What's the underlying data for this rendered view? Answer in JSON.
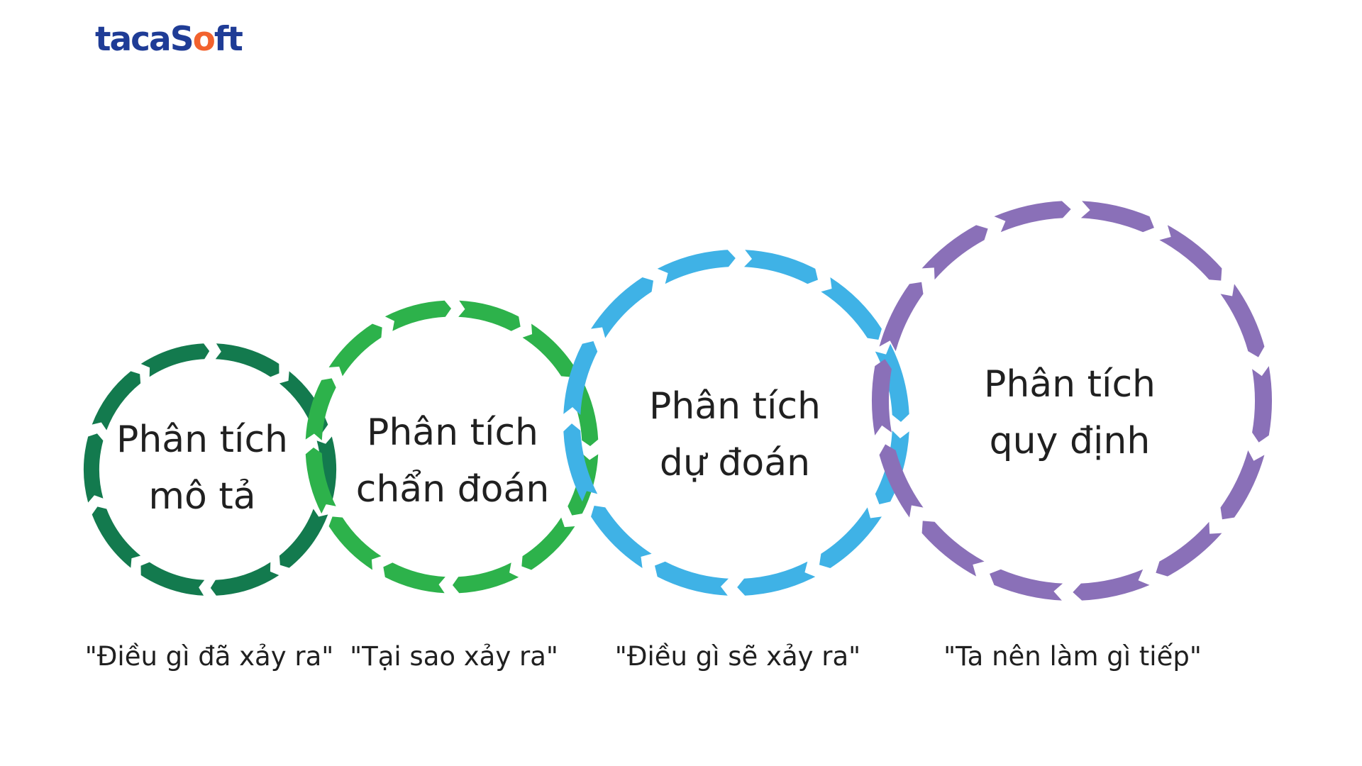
{
  "logo": {
    "text_a": "tacaS",
    "text_o": "o",
    "text_b": "ft"
  },
  "stages": [
    {
      "line1": "Phân tích",
      "line2": "mô tả",
      "caption": "\"Điều gì đã xảy ra\"",
      "color": "#137a4e"
    },
    {
      "line1": "Phân tích",
      "line2": "chẩn đoán",
      "caption": "\"Tại sao xảy ra\"",
      "color": "#2db24b"
    },
    {
      "line1": "Phân tích",
      "line2": "dự đoán",
      "caption": "\"Điều gì sẽ xảy ra\"",
      "color": "#3fb2e6"
    },
    {
      "line1": "Phân tích",
      "line2": "quy định",
      "caption": "\"Ta nên làm gì tiếp\"",
      "color": "#8a70b8"
    }
  ]
}
